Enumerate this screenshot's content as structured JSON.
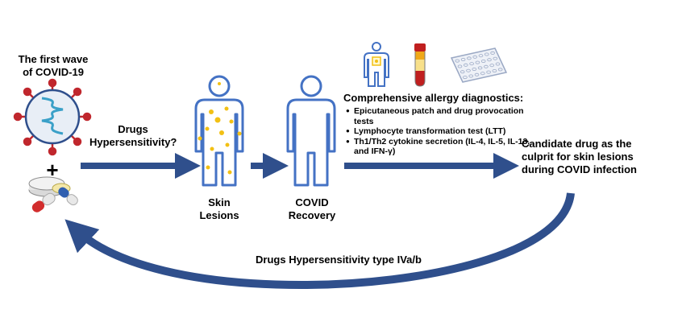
{
  "labels": {
    "first_wave": "The first wave of COVID-19",
    "plus": "+",
    "drugs_hypersensitivity_question": "Drugs Hypersensitivity?",
    "skin_lesions": "Skin Lesions",
    "covid_recovery": "COVID Recovery",
    "diagnostics_title": "Comprehensive allergy diagnostics:",
    "diagnostics_items": [
      "Epicutaneous patch and drug provocation tests",
      "Lymphocyte transformation test (LTT)",
      "Th1/Th2 cytokine secretion (IL-4, IL-5, IL-13, and IFN-γ)"
    ],
    "candidate_drug": "Candidate drug as the culprit for skin lesions during COVID infection",
    "return_arrow": "Drugs Hypersensitivity type IVa/b"
  },
  "icons": [
    "virus-icon",
    "pills-icon",
    "person-with-lesions-icon",
    "recovered-person-icon",
    "patch-test-person-icon",
    "blood-tube-icon",
    "well-plate-icon"
  ],
  "colors": {
    "arrow": "#2f4f8c",
    "outline": "#4472c4",
    "lesion": "#f2c014",
    "virus_red": "#c0272d",
    "virus_teal": "#3aa0c8",
    "tube_red": "#c01f1f",
    "tube_gold": "#f0a818"
  }
}
